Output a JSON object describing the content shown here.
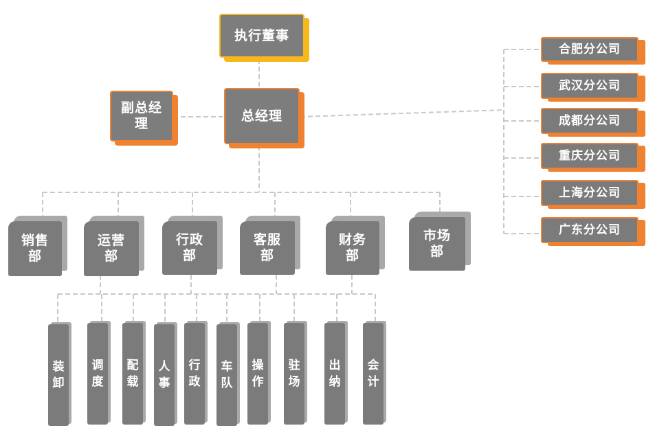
{
  "top": {
    "board": "执行董事",
    "gm": "总经理",
    "vgm": "副总经理"
  },
  "branches": [
    "合肥分公司",
    "武汉分公司",
    "成都分公司",
    "重庆分公司",
    "上海分公司",
    "广东分公司"
  ],
  "departments": [
    "销售部",
    "运营部",
    "行政部",
    "客服部",
    "财务部",
    "市场部"
  ],
  "units": [
    "装卸",
    "调度",
    "配载",
    "人事",
    "行政",
    "车队",
    "操作",
    "驻场",
    "出纳",
    "会计"
  ],
  "colors": {
    "box": "#7b7b7b",
    "orange_accent": "#ef8231",
    "yellow_accent": "#f6b81d",
    "shadow_gray": "#a9a9a9",
    "connector": "#c8c8c8"
  }
}
